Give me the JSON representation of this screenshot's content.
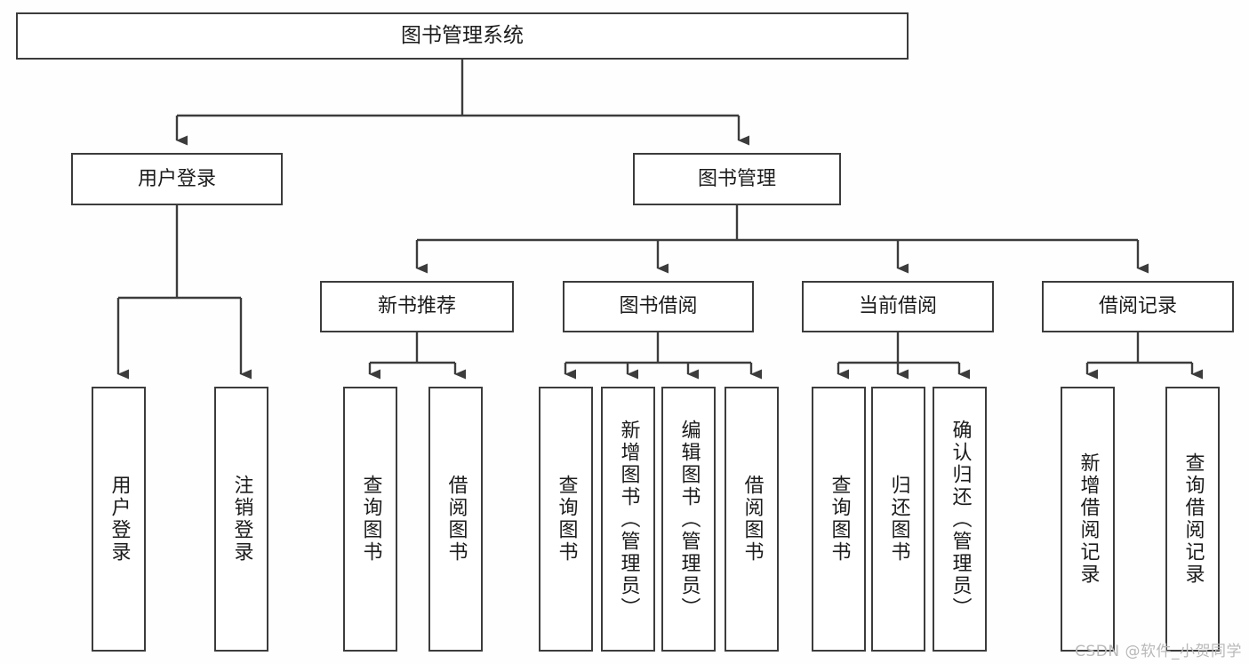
{
  "diagram": {
    "title": "图书管理系统",
    "type": "tree",
    "background_color": "#fefefe",
    "line_color": "#3c3c3c",
    "box_fill": "#ffffff",
    "root": {
      "id": "root",
      "label": "图书管理系统"
    },
    "level2": [
      {
        "id": "user-login",
        "label": "用户登录"
      },
      {
        "id": "book-management",
        "label": "图书管理"
      }
    ],
    "level3": [
      {
        "id": "new-book-recommend",
        "label": "新书推荐",
        "parent": "book-management"
      },
      {
        "id": "book-borrow",
        "label": "图书借阅",
        "parent": "book-management"
      },
      {
        "id": "current-borrow",
        "label": "当前借阅",
        "parent": "book-management"
      },
      {
        "id": "borrow-record",
        "label": "借阅记录",
        "parent": "book-management"
      }
    ],
    "leaves": [
      {
        "id": "leaf-user-login",
        "label": "用户登录",
        "parent": "user-login"
      },
      {
        "id": "leaf-logout-login",
        "label": "注销登录",
        "parent": "user-login"
      },
      {
        "id": "leaf-query-book-1",
        "label": "查询图书",
        "parent": "new-book-recommend"
      },
      {
        "id": "leaf-borrow-book-1",
        "label": "借阅图书",
        "parent": "new-book-recommend"
      },
      {
        "id": "leaf-query-book-2",
        "label": "查询图书",
        "parent": "book-borrow"
      },
      {
        "id": "leaf-add-book",
        "label": "新增图书（管理员）",
        "parent": "book-borrow"
      },
      {
        "id": "leaf-edit-book",
        "label": "编辑图书（管理员）",
        "parent": "book-borrow"
      },
      {
        "id": "leaf-borrow-book-2",
        "label": "借阅图书",
        "parent": "book-borrow"
      },
      {
        "id": "leaf-query-book-3",
        "label": "查询图书",
        "parent": "current-borrow"
      },
      {
        "id": "leaf-return-book",
        "label": "归还图书",
        "parent": "current-borrow"
      },
      {
        "id": "leaf-confirm-return",
        "label": "确认归还（管理员）",
        "parent": "current-borrow"
      },
      {
        "id": "leaf-add-record",
        "label": "新增借阅记录",
        "parent": "borrow-record"
      },
      {
        "id": "leaf-query-record",
        "label": "查询借阅记录",
        "parent": "borrow-record"
      }
    ]
  },
  "watermark": {
    "text": "CSDN @软件_小贺同学"
  }
}
